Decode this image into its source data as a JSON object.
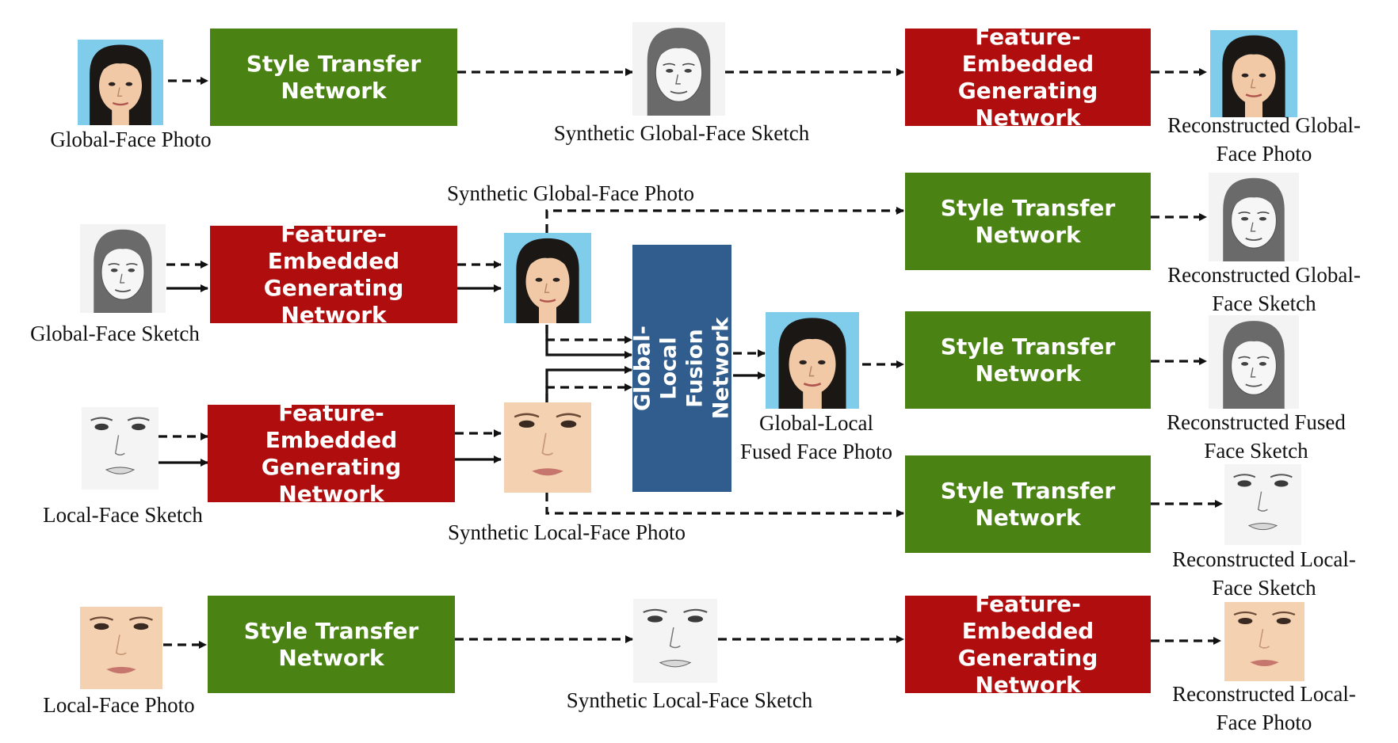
{
  "colors": {
    "style_transfer": "#4a8214",
    "feature_embedded": "#b00d0e",
    "fusion": "#315d8e",
    "photo_background": "#7fcdeb",
    "skin": "#f2c9a6"
  },
  "boxes": {
    "style_transfer_1": "Style Transfer\nNetwork",
    "feature_embedded_1": "Feature-Embedded\nGenerating Network",
    "feature_embedded_global_sketch": "Feature-Embedded\nGenerating Network",
    "style_transfer_2": "Style Transfer\nNetwork",
    "global_local_fusion": "Global-Local Fusion\nNetwork",
    "style_transfer_3": "Style Transfer\nNetwork",
    "feature_embedded_local_sketch": "Feature-Embedded\nGenerating Network",
    "style_transfer_4": "Style Transfer\nNetwork",
    "style_transfer_5": "Style Transfer\nNetwork",
    "feature_embedded_5": "Feature-Embedded\nGenerating Network"
  },
  "labels": {
    "global_face_photo": "Global-Face Photo",
    "synthetic_global_face_sketch": "Synthetic Global-Face Sketch",
    "reconstructed_global_face_photo": "Reconstructed Global-\nFace Photo",
    "synthetic_global_face_photo": "Synthetic Global-Face Photo",
    "global_face_sketch": "Global-Face Sketch",
    "reconstructed_global_face_sketch": "Reconstructed Global-\nFace Sketch",
    "global_local_fused_face_photo": "Global-Local\nFused Face Photo",
    "reconstructed_fused_face_sketch": "Reconstructed Fused\nFace Sketch",
    "local_face_sketch": "Local-Face Sketch",
    "synthetic_local_face_photo": "Synthetic Local-Face Photo",
    "reconstructed_local_face_sketch": "Reconstructed Local-\nFace Sketch",
    "local_face_photo": "Local-Face Photo",
    "synthetic_local_face_sketch": "Synthetic Local-Face Sketch",
    "reconstructed_local_face_photo": "Reconstructed Local-\nFace Photo"
  },
  "images": {
    "global_face_photo": "global-photo",
    "synthetic_global_face_sketch": "global-sketch",
    "reconstructed_global_face_photo": "global-photo",
    "global_face_sketch": "global-sketch",
    "synthetic_global_face_photo": "global-photo",
    "reconstructed_global_face_sketch": "global-sketch",
    "global_local_fused_face_photo": "global-photo",
    "reconstructed_fused_face_sketch": "global-sketch",
    "local_face_sketch": "local-sketch",
    "synthetic_local_face_photo": "local-photo",
    "reconstructed_local_face_sketch": "local-sketch",
    "local_face_photo": "local-photo",
    "synthetic_local_face_sketch": "local-sketch",
    "reconstructed_local_face_photo": "local-photo"
  }
}
